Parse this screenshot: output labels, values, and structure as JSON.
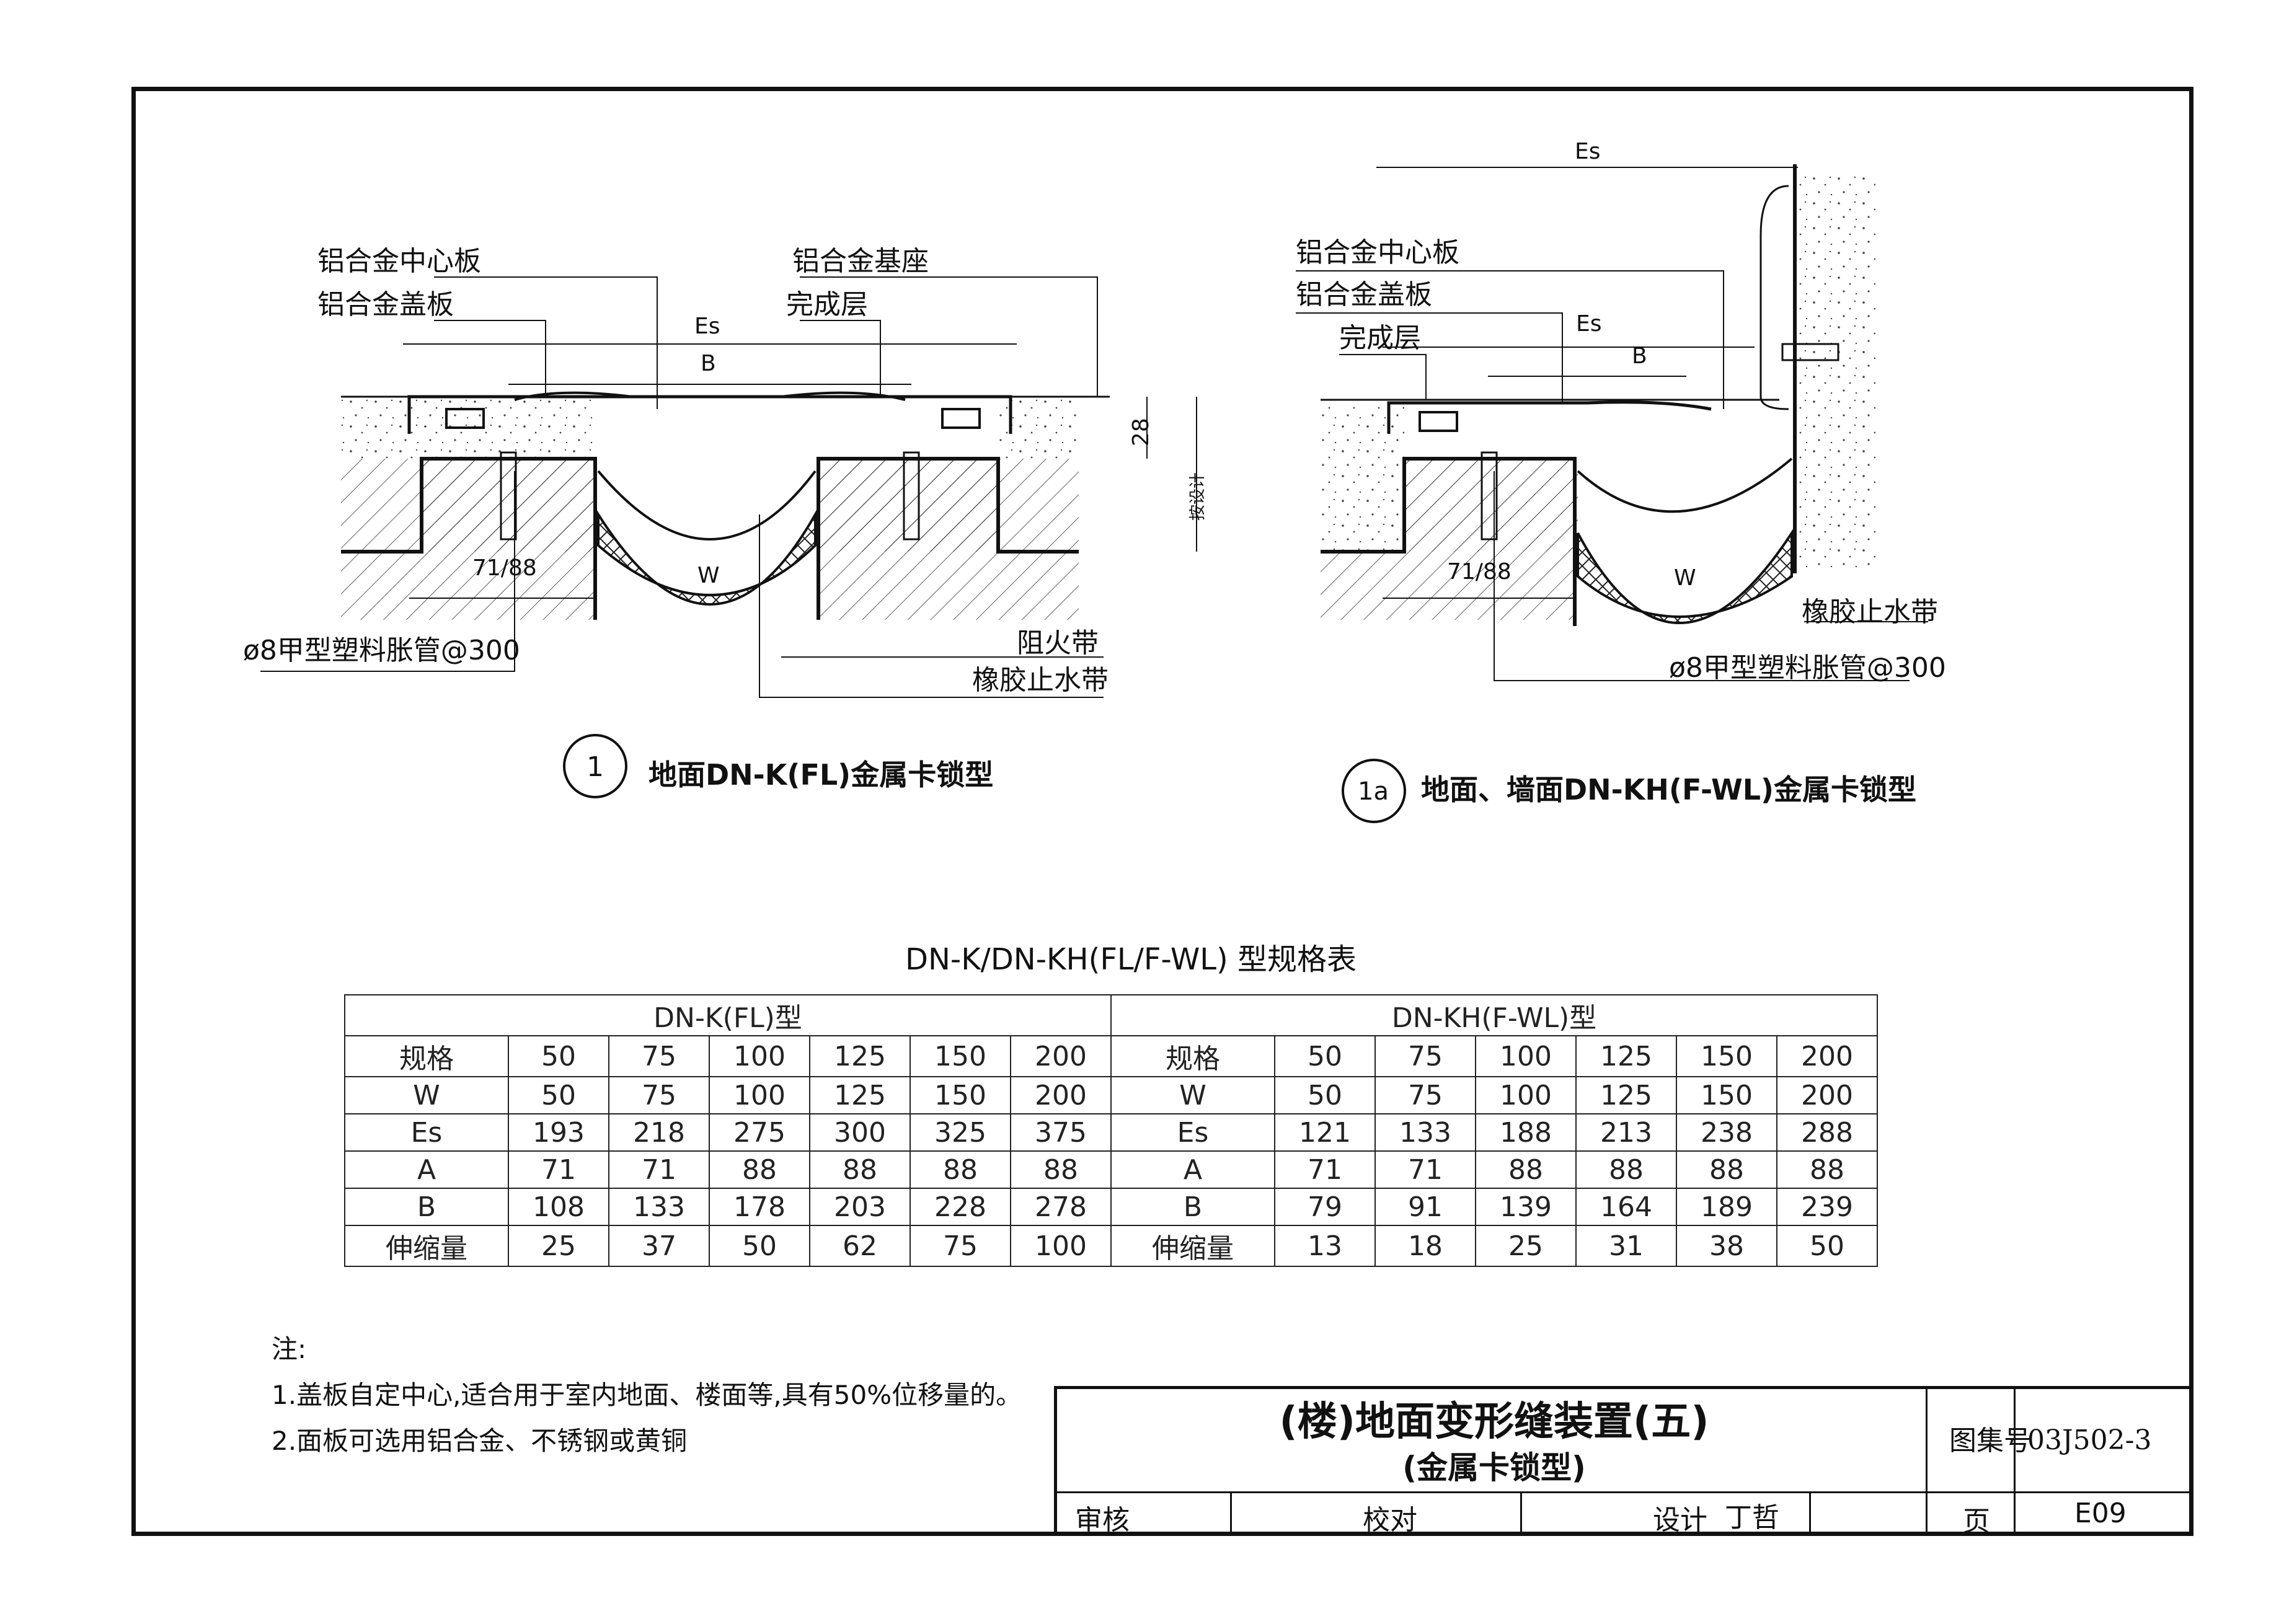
{
  "detail1": {
    "labels": {
      "center_plate": "铝合金中心板",
      "cover_plate": "铝合金盖板",
      "base": "铝合金基座",
      "finish_layer": "完成层",
      "fire_band": "阻火带",
      "rubber_waterstop": "橡胶止水带",
      "anchor": "ø8甲型塑料胀管@300"
    },
    "dims": {
      "es": "Es",
      "b": "B",
      "w": "W",
      "a": "71/88",
      "h28": "28",
      "by_design": "按设计"
    },
    "number": "1",
    "caption": "地面DN-K(FL)金属卡锁型"
  },
  "detail1a": {
    "labels": {
      "center_plate": "铝合金中心板",
      "cover_plate": "铝合金盖板",
      "finish_layer": "完成层",
      "rubber_waterstop": "橡胶止水带",
      "anchor": "ø8甲型塑料胀管@300"
    },
    "dims": {
      "es_top": "Es",
      "es": "Es",
      "b": "B",
      "w": "W",
      "a": "71/88"
    },
    "number": "1a",
    "caption": "地面、墙面DN-KH(F-WL)金属卡锁型"
  },
  "spec_table": {
    "title": "DN-K/DN-KH(FL/F-WL) 型规格表",
    "group_left": "DN-K(FL)型",
    "group_right": "DN-KH(F-WL)型",
    "rows": [
      {
        "label": "规格",
        "left": [
          "50",
          "75",
          "100",
          "125",
          "150",
          "200"
        ],
        "right": [
          "50",
          "75",
          "100",
          "125",
          "150",
          "200"
        ]
      },
      {
        "label": "W",
        "left": [
          "50",
          "75",
          "100",
          "125",
          "150",
          "200"
        ],
        "right": [
          "50",
          "75",
          "100",
          "125",
          "150",
          "200"
        ]
      },
      {
        "label": "Es",
        "left": [
          "193",
          "218",
          "275",
          "300",
          "325",
          "375"
        ],
        "right": [
          "121",
          "133",
          "188",
          "213",
          "238",
          "288"
        ]
      },
      {
        "label": "A",
        "left": [
          "71",
          "71",
          "88",
          "88",
          "88",
          "88"
        ],
        "right": [
          "71",
          "71",
          "88",
          "88",
          "88",
          "88"
        ]
      },
      {
        "label": "B",
        "left": [
          "108",
          "133",
          "178",
          "203",
          "228",
          "278"
        ],
        "right": [
          "79",
          "91",
          "139",
          "164",
          "189",
          "239"
        ]
      },
      {
        "label": "伸缩量",
        "left": [
          "25",
          "37",
          "50",
          "62",
          "75",
          "100"
        ],
        "right": [
          "13",
          "18",
          "25",
          "31",
          "38",
          "50"
        ]
      }
    ]
  },
  "notes": {
    "heading": "注:",
    "items": [
      "1.盖板自定中心,适合用于室内地面、楼面等,具有50%位移量的。",
      "2.面板可选用铝合金、不锈钢或黄铜"
    ]
  },
  "title_block": {
    "title": "(楼)地面变形缝装置(五)",
    "subtitle": "(金属卡锁型)",
    "atlas_label": "图集号",
    "atlas_no": "03J502-3",
    "review": "审核",
    "check": "校对",
    "design": "设计",
    "designer": "丁哲",
    "page_label": "页",
    "page_no": "E09"
  }
}
